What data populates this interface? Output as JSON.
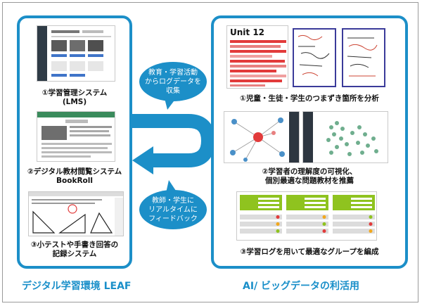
{
  "left_panel": {
    "title": "デジタル学習環境 LEAF",
    "items": [
      {
        "line1": "①学習管理システム",
        "line2": "(LMS)"
      },
      {
        "line1": "②デジタル教材閲覧システム",
        "line2": "BookRoll"
      },
      {
        "line1": "③小テストや手書き回答の",
        "line2": "記録システム"
      }
    ]
  },
  "right_panel": {
    "title": "AI/ ビッグデータの利活用",
    "items": [
      {
        "line1": "①児童・生徒・学生のつまずき箇所を分析"
      },
      {
        "line1": "②学習者の理解度の可視化、",
        "line2": "個別最適な問題教材を推薦"
      },
      {
        "line1": "③学習ログを用いて最適なグループを編成"
      }
    ],
    "unit_label": "Unit 12"
  },
  "bubbles": {
    "top": [
      "教育・学習活動",
      "からログデータを",
      "収集"
    ],
    "bottom": [
      "教師・学生に",
      "リアルタイムに",
      "フィードバック"
    ]
  },
  "colors": {
    "accent": "#1c8fc8",
    "title": "#1a8fc9",
    "highlight": "#e23b3b",
    "group_green": "#8fc31f"
  }
}
